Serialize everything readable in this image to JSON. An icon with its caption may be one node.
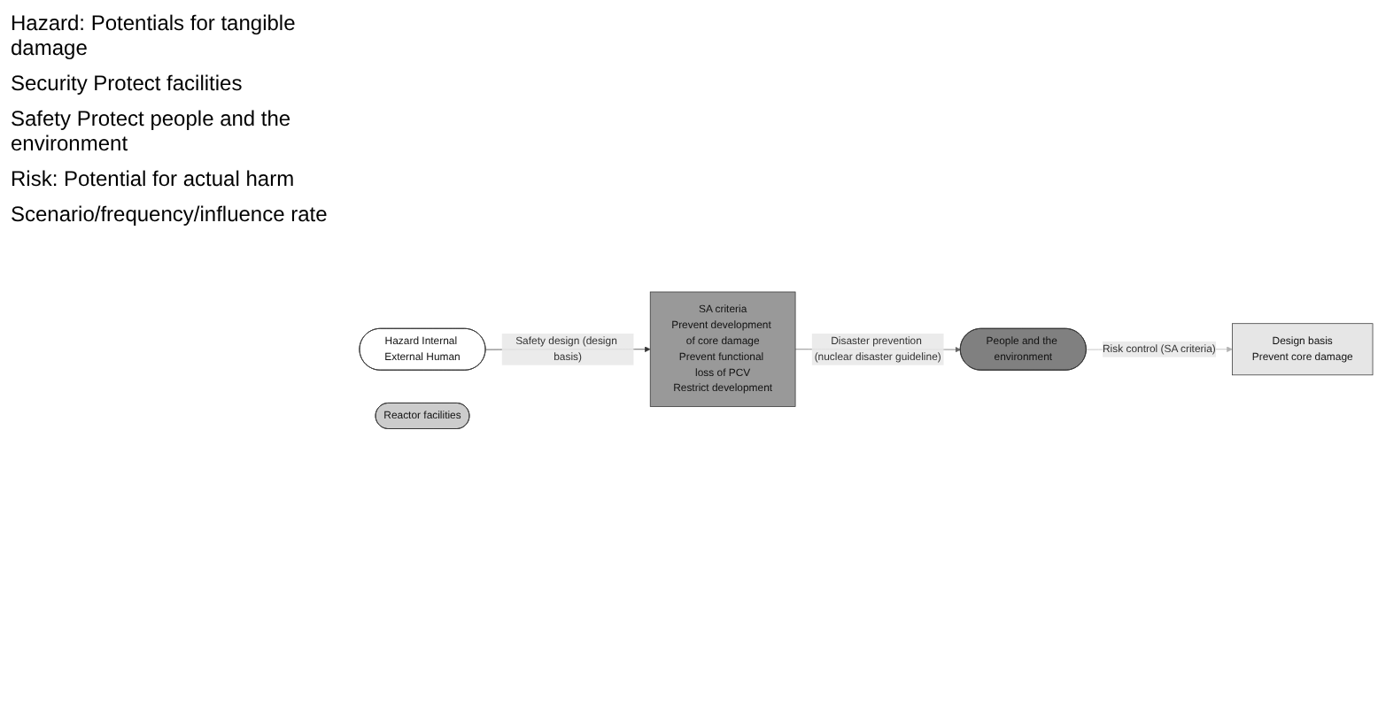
{
  "diagram": {
    "nodes": [
      {
        "text": [
          "Hazard Internal External Human"
        ]
      },
      {
        "text": [
          "Design basis",
          "Prevent core damage"
        ]
      },
      {
        "text": [
          "Reactor facilities"
        ]
      },
      {
        "text": [
          "SA criteria",
          "Prevent development of core damage",
          "Prevent functional loss of PCV",
          "Restrict development"
        ]
      },
      {
        "text": [
          "People and the environment"
        ]
      }
    ],
    "edges": [
      {
        "from": 4,
        "to": 1,
        "arrow": "to",
        "label": "Risk control (SA criteria)",
        "color": "#b3b3b3"
      },
      {
        "from": 0,
        "to": 3,
        "arrow": "to",
        "label": "Safety design (design basis)",
        "color": "#333333"
      },
      {
        "from": 3,
        "to": 4,
        "arrow": "to",
        "label": "Disaster prevention (nuclear disaster guideline)",
        "color": "#666666"
      }
    ],
    "labels": [
      "Hazard: Potentials for tangible damage",
      "Security Protect facilities",
      "Safety Protect people and the environment",
      "Risk: Potential for actual harm",
      "Scenario/frequency/influence rate"
    ]
  }
}
